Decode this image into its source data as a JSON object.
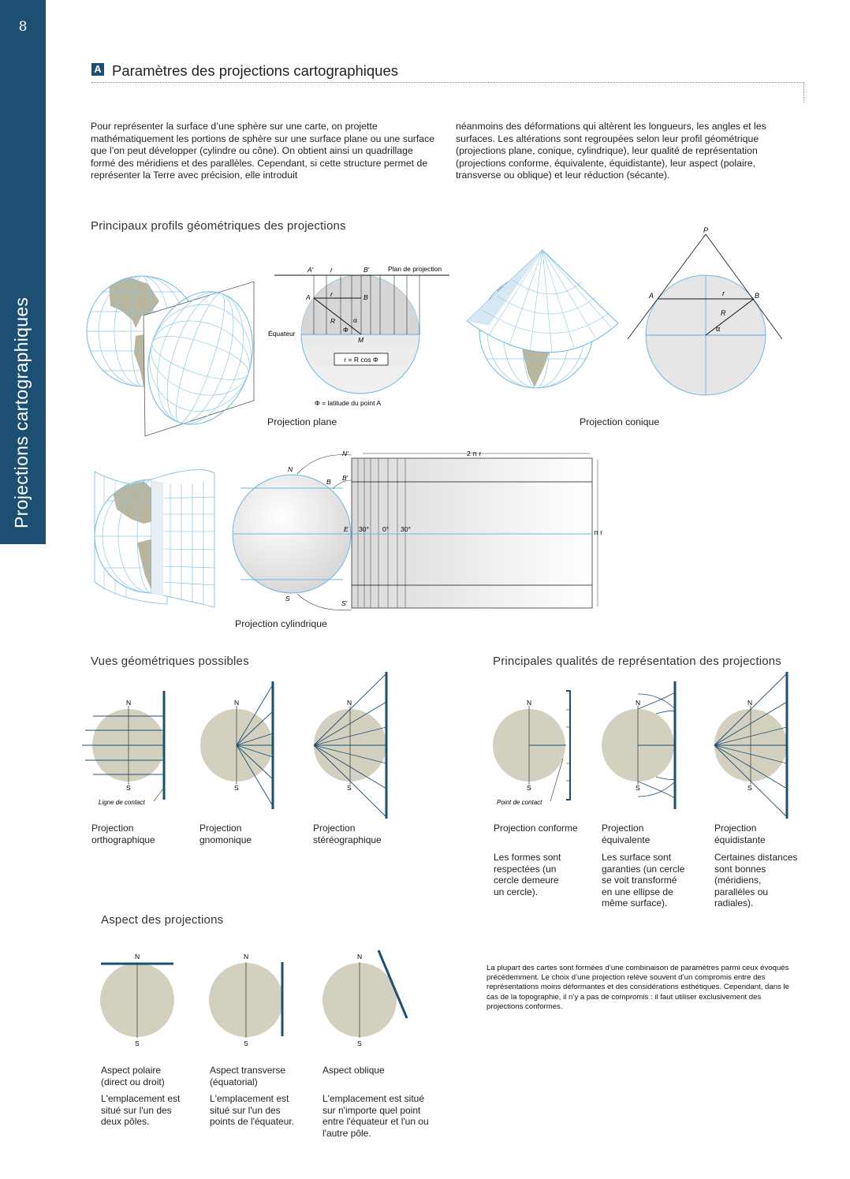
{
  "page": {
    "number": "8",
    "side_title": "Projections cartographiques"
  },
  "section": {
    "badge": "A",
    "title": "Paramètres des projections cartographiques"
  },
  "intro": {
    "left": "Pour représenter la surface d’une sphère sur une carte, on projette mathématiquement les portions de sphère sur une surface plane ou une surface que l’on peut développer (cylindre ou cône). On obtient ainsi un quadrillage formé des méridiens et des parallèles. Cependant, si cette structure permet de représenter la Terre avec précision, elle introduit",
    "right": "néanmoins des déformations qui altèrent les longueurs, les angles et les surfaces. Les altérations sont regroupées selon leur profil géométrique (projections plane, conique, cylindrique), leur qualité de représentation (projections conforme, équivalente, équidistante), leur aspect (polaire, transverse ou oblique) et leur réduction (sécante)."
  },
  "profiles": {
    "heading": "Principaux profils géométriques des projections",
    "plane": {
      "caption": "Projection plane",
      "a_prime": "A′",
      "r_top": "r",
      "b_prime": "B′",
      "plan": "Plan de projection",
      "a": "A",
      "r_mid": "r",
      "b": "B",
      "big_r": "R",
      "alpha": "α",
      "phi": "Φ",
      "equator": "Équateur",
      "m": "M",
      "formula": "r = R cos Φ",
      "phi_note": "Φ = latitude du point A"
    },
    "conic": {
      "caption": "Projection conique",
      "p": "P",
      "a": "A",
      "r": "r",
      "b": "B",
      "big_r": "R",
      "alpha": "α"
    },
    "cylindrical": {
      "caption": "Projection cylindrique",
      "n_prime": "N′",
      "two_pi_r": "2 π r",
      "n": "N",
      "b": "B",
      "b_prime": "B′",
      "e": "E",
      "deg_left": "30°",
      "deg_zero": "0°",
      "deg_right": "30°",
      "pi_r": "π r",
      "s": "S",
      "s_prime": "S′"
    }
  },
  "views": {
    "heading": "Vues géométriques possibles",
    "n": "N",
    "s": "S",
    "contact_line": "Ligne de contact",
    "ortho": "Projection orthographique",
    "gnomo": "Projection gnomonique",
    "stereo": "Projection stéréographique"
  },
  "qualities": {
    "heading": "Principales qualités de représentation des projections",
    "n": "N",
    "s": "S",
    "contact_point": "Point de contact",
    "conforme": {
      "title": "Projection conforme",
      "text": "Les formes sont respectées (un cercle demeure un cercle)."
    },
    "equivalente": {
      "title": "Projection équivalente",
      "text": "Les surface sont garanties (un cercle se voit transformé en une ellipse de même surface)."
    },
    "equidistante": {
      "title": "Projection équidistante",
      "text": "Certaines distances sont bonnes (méridiens, parallèles ou radiales)."
    }
  },
  "aspects": {
    "heading": "Aspect des projections",
    "n": "N",
    "s": "S",
    "polaire": {
      "title": "Aspect polaire (direct ou droit)",
      "text": "L'emplacement est situé sur l'un des deux pôles."
    },
    "transverse": {
      "title": "Aspect transverse (équatorial)",
      "text": "L'emplacement est situé sur l'un des points de l'équateur."
    },
    "oblique": {
      "title": "Aspect oblique",
      "text": "L'emplacement est situé sur n'importe quel point entre l'équateur et l'un ou l'autre pôle."
    }
  },
  "note": "La plupart des cartes sont formées d’une combinaison de paramètres parmi ceux évoqués précédemment. Le choix d’une projection relève souvent d’un compromis entre des représentations moins déformantes et des considérations esthétiques. Cependant, dans le cas de la topographie, il n’y a pas de compromis : il faut utiliser exclusivement des projections conformes.",
  "colors": {
    "brand": "#1c4f72",
    "grid": "#6fb8e0",
    "globe": "#d4d0bf",
    "land": "#b9b6a0"
  }
}
